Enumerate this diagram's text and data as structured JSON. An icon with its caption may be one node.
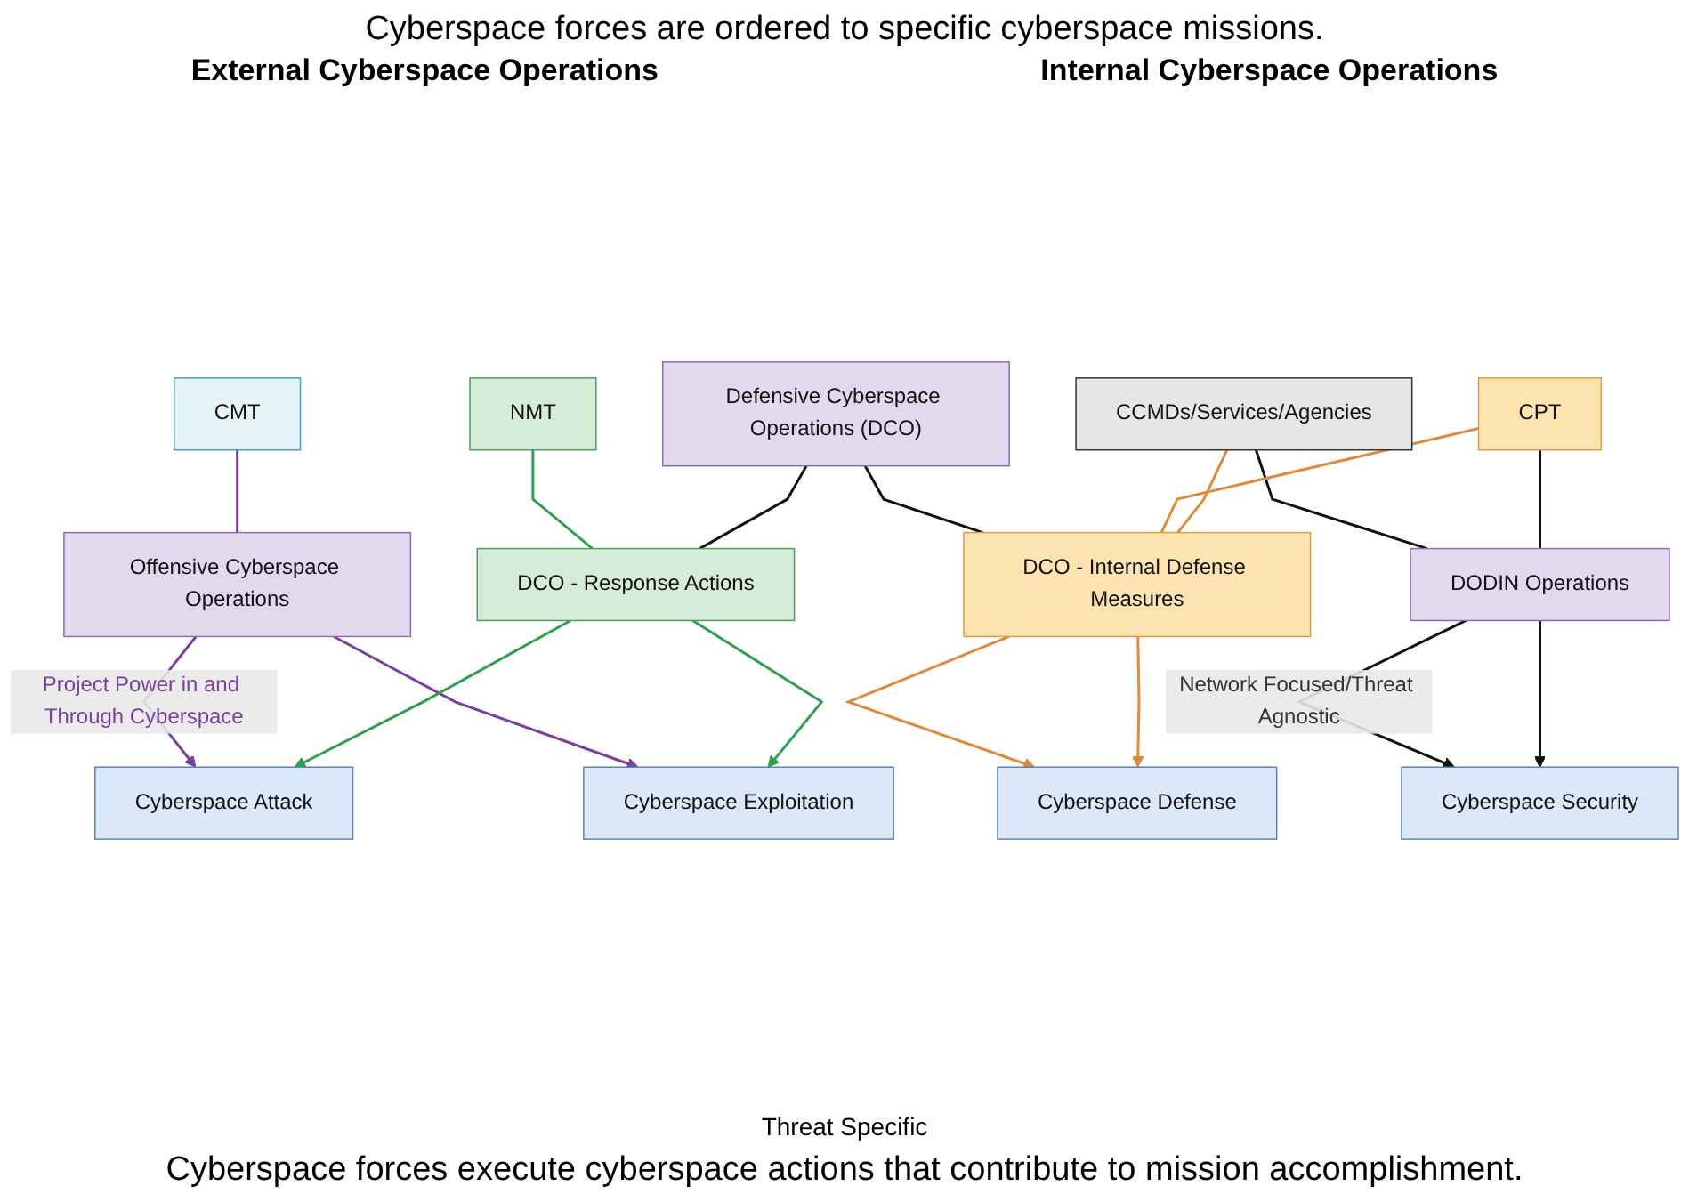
{
  "diagram": {
    "title": "Cyberspace forces are ordered to specific cyberspace missions.",
    "caption": "Cyberspace forces execute cyberspace actions that contribute to mission accomplishment.",
    "nodes": [
      {
        "text": [
          "CMT"
        ]
      },
      {
        "text": [
          "Offensive Cyberspace Operations"
        ]
      },
      {
        "text": [
          "NMT"
        ]
      },
      {
        "text": [
          "Defensive Cyberspace Operations (DCO)"
        ]
      },
      {
        "text": [
          "CCMDs/Services/Agencies"
        ]
      },
      {
        "text": [
          "CPT"
        ]
      },
      {
        "text": [
          "DODIN Operations"
        ]
      },
      {
        "text": [
          "DCO - Response Actions"
        ]
      },
      {
        "text": [
          "DCO - Internal Defense Measures"
        ]
      },
      {
        "text": [
          "Cyberspace Attack"
        ]
      },
      {
        "text": [
          "Cyberspace Exploitation"
        ]
      },
      {
        "text": [
          "Cyberspace Defense"
        ]
      },
      {
        "text": [
          "Cyberspace Security"
        ]
      }
    ],
    "edges": [
      {
        "from": 0,
        "to": 1,
        "arrow": "none",
        "color": "#7b3f9e"
      },
      {
        "from": 2,
        "to": 7,
        "arrow": "none",
        "color": "#2e9e4f"
      },
      {
        "from": 3,
        "to": 7,
        "arrow": "none"
      },
      {
        "from": 3,
        "to": 8,
        "arrow": "none"
      },
      {
        "from": 4,
        "to": 6,
        "arrow": "none"
      },
      {
        "from": 5,
        "to": 6,
        "arrow": "none"
      },
      {
        "from": 5,
        "to": 8,
        "arrow": "none",
        "color": "#e08a3c"
      },
      {
        "from": 4,
        "to": 8,
        "arrow": "none",
        "color": "#e08a3c"
      },
      {
        "from": 1,
        "to": 9,
        "arrow": "to",
        "color": "#7b3f9e",
        "label": "Project Power in and Through Cyberspace"
      },
      {
        "from": 1,
        "to": 10,
        "arrow": "to",
        "color": "#7b3f9e"
      },
      {
        "from": 7,
        "to": 9,
        "arrow": "to",
        "color": "#2e9e4f"
      },
      {
        "from": 7,
        "to": 10,
        "arrow": "to",
        "color": "#2e9e4f"
      },
      {
        "from": 8,
        "to": 11,
        "arrow": "to",
        "color": "#e08a3c"
      },
      {
        "from": 8,
        "to": 11,
        "arrow": "to",
        "color": "#e08a3c"
      },
      {
        "from": 6,
        "to": 12,
        "arrow": "to",
        "label": "Network Focused/Threat Agnostic"
      },
      {
        "from": 6,
        "to": 12,
        "arrow": "to"
      }
    ],
    "labels": [
      "External Cyberspace Operations",
      "Internal Cyberspace Operations",
      "Threat Specific"
    ]
  }
}
